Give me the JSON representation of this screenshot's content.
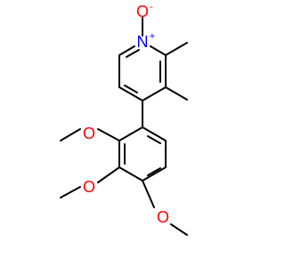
{
  "molecule": {
    "atoms": [
      {
        "id": "o_oxide",
        "label": "O",
        "charge": "-",
        "color": "#ff0000"
      },
      {
        "id": "n1",
        "label": "N",
        "charge": "+",
        "color": "#0000ff"
      },
      {
        "id": "o_methoxy_2",
        "label": "O",
        "color": "#ff0000"
      },
      {
        "id": "o_methoxy_3",
        "label": "O",
        "color": "#ff0000"
      },
      {
        "id": "o_methoxy_4",
        "label": "O",
        "color": "#ff0000"
      }
    ]
  },
  "colors": {
    "bond": "#000000",
    "oxygen": "#ff0000",
    "nitrogen": "#0000ff",
    "background": "#ffffff"
  }
}
